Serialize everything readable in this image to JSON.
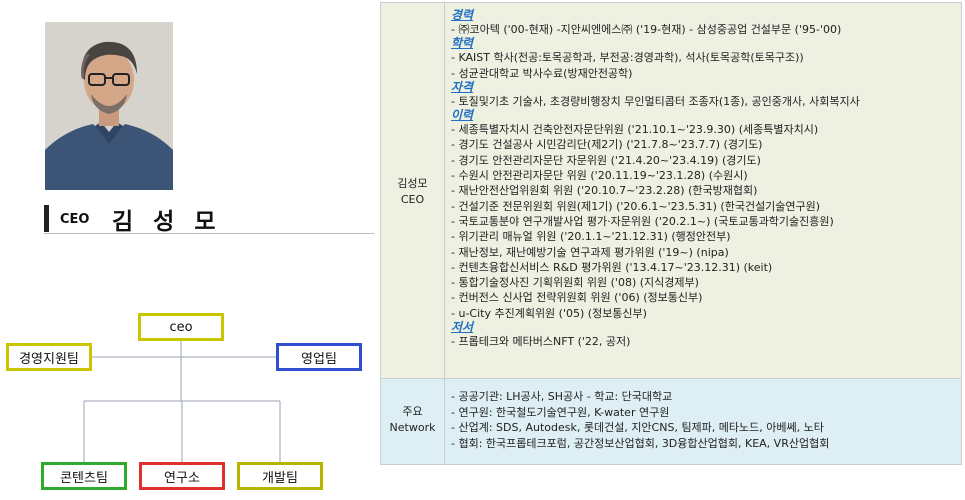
{
  "profile": {
    "photo_icon": "person-portrait",
    "title": "CEO",
    "name": "김 성 모"
  },
  "org": {
    "ceo": "ceo",
    "mgmt": "경영지원팀",
    "sales": "영업팀",
    "content": "콘텐츠팀",
    "lab": "연구소",
    "dev": "개발팀",
    "colors": {
      "yellow": "#c9c600",
      "blue": "#2f4fd0",
      "green": "#2faa2f",
      "red": "#e23030"
    }
  },
  "table": {
    "row1_header": [
      "김성모",
      "CEO"
    ],
    "sections": [
      {
        "title": "경력",
        "items": [
          "- ㈜코아텍 ('00-현재)  -지안씨엔에스㈜ ('19-현재)  - 삼성중공업 건설부문 ('95-'00)"
        ]
      },
      {
        "title": "학력",
        "items": [
          "- KAIST 학사(전공:토목공학과, 부전공:경영과학), 석사(토목공학(토목구조))",
          "- 성균관대학교 박사수료(방재안전공학)"
        ]
      },
      {
        "title": "자격",
        "items": [
          "- 토질및기초 기술사, 초경량비행장치 무인멀티콥터 조종자(1종), 공인중개사, 사회복지사"
        ]
      },
      {
        "title": "이력",
        "items": [
          "- 세종특별자치시 건축안전자문단위원 ('21.10.1~'23.9.30) (세종특별자치시)",
          "- 경기도 건설공사 시민감리단(제2기) ('21.7.8~'23.7.7) (경기도)",
          "- 경기도 안전관리자문단 자문위원 ('21.4.20~'23.4.19) (경기도)",
          "- 수원시 안전관리자문단 위원 ('20.11.19~'23.1.28) (수원시)",
          "- 재난안전산업위원회 위원 ('20.10.7~'23.2.28) (한국방재협회)",
          "- 건설기준 전문위원회 위원(제1기) ('20.6.1~'23.5.31) (한국건설기술연구원)",
          "- 국토교통분야 연구개발사업 평가·자문위원 ('20.2.1~) (국토교통과학기술진흥원)",
          "- 위기관리 매뉴얼 위원 ('20.1.1~'21.12.31) (행정안전부)",
          "- 재난정보, 재난예방기술 연구과제 평가위원 ('19~) (nipa)",
          "- 컨텐츠융합신서비스 R&D 평가위원 ('13.4.17~'23.12.31) (keit)",
          "- 통합기술정사진 기획위원회 위원 ('08) (지식경제부)",
          "- 컨버전스 신사업 전략위원회 위원 ('06) (정보통신부)",
          "- u-City 추진계획위원 ('05) (정보통신부)"
        ]
      },
      {
        "title": "저서",
        "items": [
          "- 프롭테크와 메타버스NFT ('22, 공저)"
        ]
      }
    ],
    "row2_header": [
      "주요",
      "Network"
    ],
    "network": [
      "- 공공기관: LH공사, SH공사          - 학교: 단국대학교",
      "- 연구원: 한국철도기술연구원, K-water 연구원",
      "- 산업계: SDS, Autodesk, 롯데건설, 지안CNS, 팀제파, 메타노드, 아베쎄, 노타",
      "- 협회: 한국프롭테크포럼, 공간정보산업협회, 3D융합산업협회, KEA, VR산업협회"
    ],
    "section_color": "#1f6fc2"
  }
}
